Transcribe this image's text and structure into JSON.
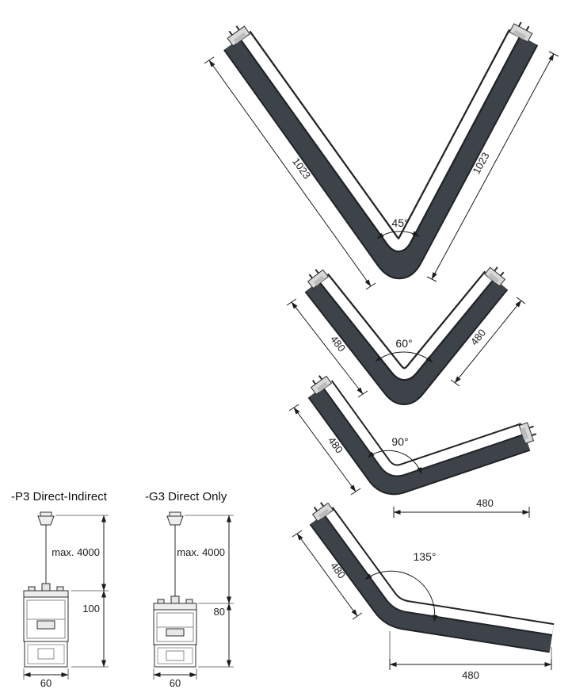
{
  "drawing": {
    "colors": {
      "profile_body": "#3e434a",
      "profile_edge": "#202327",
      "diffuser": "#ffffff",
      "dimension": "#1c1c1c"
    },
    "corners": [
      {
        "angle": "45°",
        "dim_left": "1023",
        "dim_right": "1023"
      },
      {
        "angle": "60°",
        "dim_left": "480",
        "dim_right": "480"
      },
      {
        "angle": "90°",
        "dim_left": "480",
        "dim_bottom": "480"
      },
      {
        "angle": "135°",
        "dim_left": "480",
        "dim_bottom": "480"
      }
    ],
    "sections": [
      {
        "variant": "-P3 Direct-Indirect",
        "suspension": "max. 4000",
        "height": "100",
        "width": "60"
      },
      {
        "variant": "-G3 Direct Only",
        "suspension": "max. 4000",
        "height": "80",
        "width": "60"
      }
    ]
  }
}
